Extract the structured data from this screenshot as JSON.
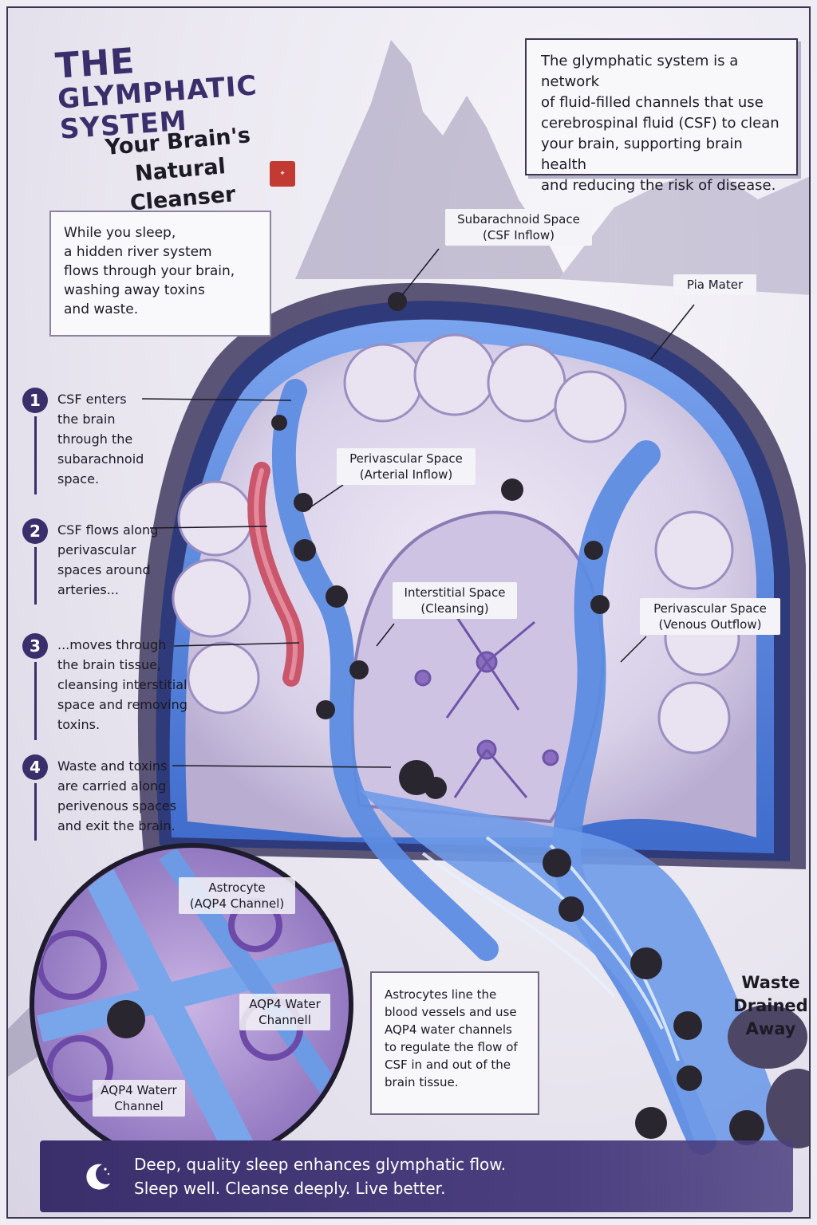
{
  "header": {
    "title_line1": "THE",
    "title_line2": "GLYMPHATIC SYSTEM",
    "subtitle_line1": "Your Brain's",
    "subtitle_line2": "Natural Cleanser"
  },
  "intro": {
    "lines": [
      "The glymphatic system is a network",
      "of fluid-filled channels that use",
      "cerebrospinal fluid (CSF) to clean",
      "your brain, supporting brain health",
      "and reducing the risk of disease."
    ]
  },
  "sleep_note": {
    "lines": [
      "While you sleep,",
      "a hidden river system",
      "flows through your brain,",
      "washing away toxins",
      "and waste."
    ]
  },
  "steps": [
    {
      "num": "1",
      "lines": [
        "CSF enters",
        "the brain",
        "through the",
        "subarachnoid",
        "space."
      ]
    },
    {
      "num": "2",
      "lines": [
        "CSF flows along",
        "perivascular",
        "spaces around",
        "arteries..."
      ]
    },
    {
      "num": "3",
      "lines": [
        "...moves through",
        "the brain tissue,",
        "cleansing interstitial",
        "space and removing",
        "toxins."
      ]
    },
    {
      "num": "4",
      "lines": [
        "Waste and toxins",
        "are carried along",
        "perivenous spaces",
        "and exit the brain."
      ]
    }
  ],
  "labels": {
    "subarachnoid": [
      "Subarachnoid Space",
      "(CSF Inflow)"
    ],
    "pia": [
      "Pia Mater"
    ],
    "perivascular_arterial": [
      "Perivascular Space",
      "(Arterial Inflow)"
    ],
    "interstitial": [
      "Interstitial Space",
      "(Cleansing)"
    ],
    "perivascular_venous": [
      "Perivascular Space",
      "(Venous Outflow)"
    ],
    "astrocyte": [
      "Astrocyte",
      "(AQP4 Channel)"
    ],
    "aqp4_a": [
      "AQP4 Water",
      "Channell"
    ],
    "aqp4_b": [
      "AQP4 Waterr",
      "Channel"
    ]
  },
  "astro_note": {
    "lines": [
      "Astrocytes line the",
      "blood vessels and use",
      "AQP4 water channels",
      "to regulate the flow of",
      "CSF in and out of the",
      "brain tissue."
    ]
  },
  "waste": {
    "lines": [
      "Waste",
      "Drained",
      "Away"
    ]
  },
  "banner": {
    "line1": "Deep, quality sleep enhances glymphatic flow.",
    "line2": "Sleep well. Cleanse deeply. Live better."
  },
  "colors": {
    "ink": "#3a2f6b",
    "csf_blue": "#4f7fd9",
    "brain_lilac": "#d8d0e8",
    "artery_red": "#c9566b",
    "waste": "#2a2630"
  },
  "icons": {
    "seal": "red-seal-stamp",
    "moon": "crescent-moon-icon"
  }
}
